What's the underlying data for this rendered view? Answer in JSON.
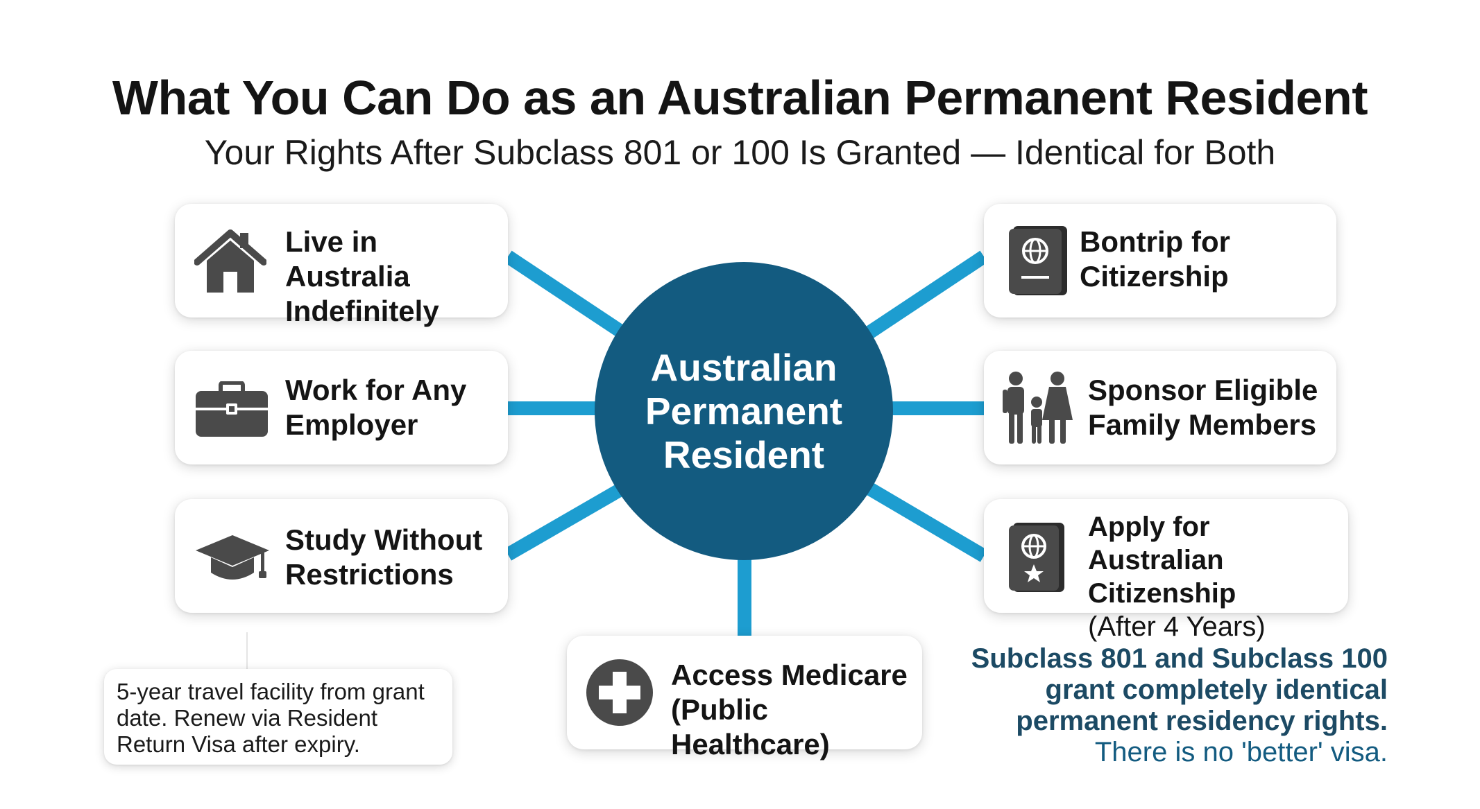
{
  "title": "What You Can Do as an Australian Permanent Resident",
  "subtitle": "Your Rights After Subclass 801 or 100 Is Granted — Identical for Both",
  "hub": {
    "lines": [
      "Australian",
      "Permanent",
      "Resident"
    ]
  },
  "rights": {
    "live": {
      "lines": [
        "Live in Australia",
        "Indefinitely"
      ],
      "icon": "house-icon"
    },
    "work": {
      "lines": [
        "Work for Any",
        "Employer"
      ],
      "icon": "briefcase-icon"
    },
    "study": {
      "lines": [
        "Study Without",
        "Restrictions"
      ],
      "icon": "graduation-cap-icon"
    },
    "travel": {
      "lines": [
        "Bontrip for",
        "Citizership"
      ],
      "icon": "passport-icon"
    },
    "sponsor": {
      "lines": [
        "Sponsor Eligible",
        "Family Members"
      ],
      "icon": "family-icon"
    },
    "citizenship": {
      "lines": [
        "Apply for Australian",
        "Citizenship"
      ],
      "sub": "(After 4 Years)",
      "icon": "passport-star-icon"
    },
    "medicare": {
      "lines": [
        "Access Medicare",
        "(Public Healthcare)"
      ],
      "icon": "medical-cross-icon"
    }
  },
  "travel_note": {
    "lines": [
      "5-year travel facility from grant",
      "date. Renew via Resident",
      "Return Visa after expiry."
    ]
  },
  "footnote": {
    "bold_lines": [
      "Subclass 801 and Subclass 100",
      "grant completely identical",
      "permanent residency rights."
    ],
    "plain_line": "There is no 'better' visa."
  },
  "colors": {
    "hub": "#135b80",
    "connector": "#1d9dd0",
    "icon": "#4a4a4a",
    "footnote": "#1c4a64"
  }
}
